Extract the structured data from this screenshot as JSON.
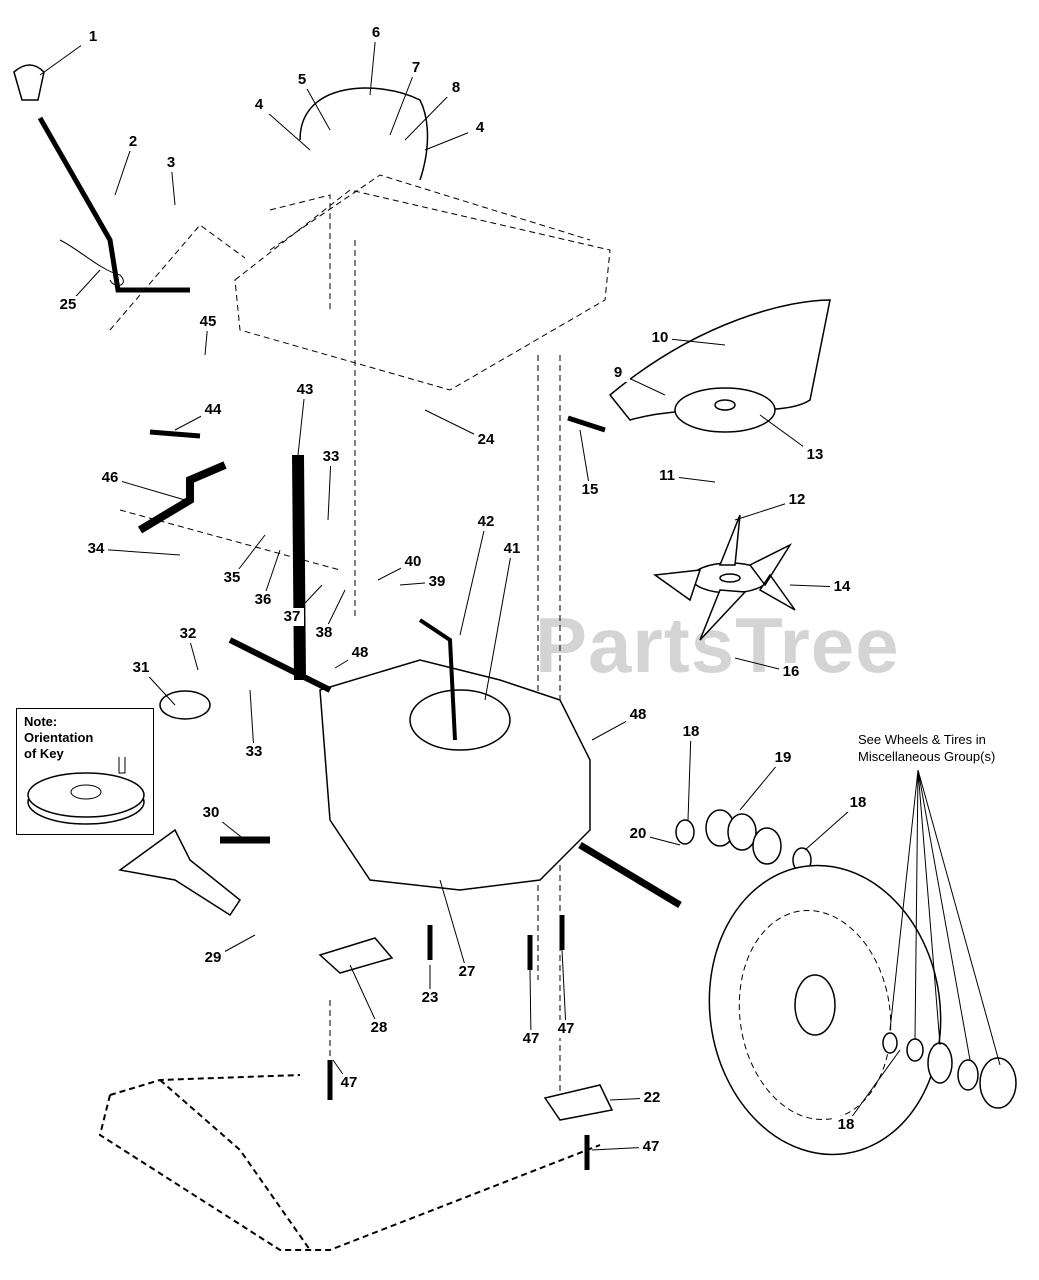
{
  "diagram": {
    "callouts": [
      "1",
      "2",
      "3",
      "25",
      "6",
      "5",
      "7",
      "8",
      "4",
      "4",
      "10",
      "9",
      "13",
      "11",
      "12",
      "14",
      "16",
      "15",
      "24",
      "45",
      "44",
      "43",
      "33",
      "46",
      "34",
      "35",
      "36",
      "37",
      "38",
      "40",
      "39",
      "42",
      "41",
      "48",
      "32",
      "31",
      "33",
      "48",
      "18",
      "19",
      "18",
      "20",
      "30",
      "29",
      "23",
      "27",
      "28",
      "47",
      "47",
      "47",
      "22",
      "47",
      "18"
    ],
    "note": {
      "title": "Note:",
      "line1": "Orientation",
      "line2": "of Key"
    },
    "wheels_note": {
      "line1": "See Wheels & Tires in",
      "line2": "Miscellaneous Group(s)"
    },
    "watermark": "PartsTree"
  }
}
